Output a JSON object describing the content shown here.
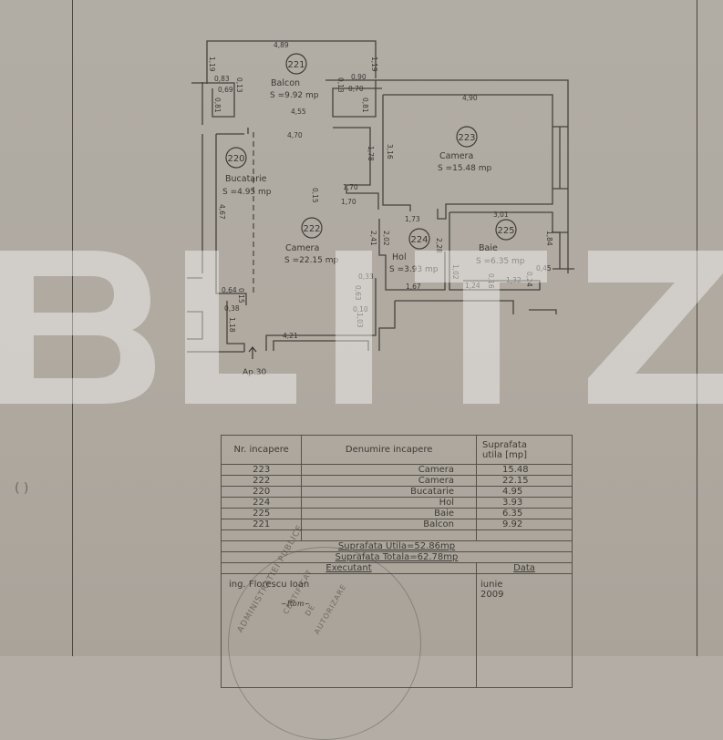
{
  "document": {
    "type": "floor-plan",
    "apartment_label": "Ap.30"
  },
  "rooms": [
    {
      "id": "221",
      "name": "Balcon",
      "area": "S =9.92 mp"
    },
    {
      "id": "223",
      "name": "Camera",
      "area": "S =15.48 mp"
    },
    {
      "id": "220",
      "name": "Bucatarie",
      "area": "S =4.95 mp"
    },
    {
      "id": "222",
      "name": "Camera",
      "area": "S =22.15 mp"
    },
    {
      "id": "224",
      "name": "Hol",
      "area": "S =3.93 mp"
    },
    {
      "id": "225",
      "name": "Baie",
      "area": "S =6.35 mp"
    }
  ],
  "dimensions": {
    "balcon_top": "4,89",
    "balcon_left_h": "1,19",
    "balcon_right_h": "1,19",
    "balcon_left_a": "0,83",
    "balcon_left_b": "0,69",
    "balcon_left_c": "0,13",
    "balcon_left_d": "0,81",
    "balcon_right_a": "0,90",
    "balcon_right_b": "0,70",
    "balcon_right_c": "0,13",
    "balcon_right_d": "0,81",
    "balcon_bottom": "4,55",
    "camera222_top": "4,70",
    "camera222_wall": "1,78",
    "camera223_top": "4,90",
    "camera223_left": "3,16",
    "partition_top": "1,70",
    "partition_bottom": "1,70",
    "partition_h": "0,15",
    "bucatarie_h": "4,67",
    "hol_top": "1,73",
    "hol_left_a": "2,41",
    "hol_left_b": "2,02",
    "hol_right": "2,28",
    "hol_bottom": "1,67",
    "baie_top": "3,01",
    "baie_right": "1,84",
    "baie_a": "1,02",
    "baie_b": "1,24",
    "baie_c": "0,16",
    "baie_d": "1,32",
    "baie_e": "0,24",
    "baie_f": "0,45",
    "entry_a": "0,33",
    "entry_b": "0,63",
    "entry_c": "0,10",
    "entry_d": "1,03",
    "entry_bottom": "4,21",
    "kitchen_a": "0,64",
    "kitchen_b": "0,15",
    "kitchen_c": "0,38",
    "kitchen_d": "1,18"
  },
  "table": {
    "headers": {
      "nr": "Nr. incapere",
      "name": "Denumire incapere",
      "area_line1": "Suprafata",
      "area_line2": "utila [mp]"
    },
    "rows": [
      {
        "nr": "223",
        "name": "Camera",
        "area": "15.48"
      },
      {
        "nr": "222",
        "name": "Camera",
        "area": "22.15"
      },
      {
        "nr": "220",
        "name": "Bucatarie",
        "area": "4.95"
      },
      {
        "nr": "224",
        "name": "Hol",
        "area": "3.93"
      },
      {
        "nr": "225",
        "name": "Baie",
        "area": "6.35"
      },
      {
        "nr": "221",
        "name": "Balcon",
        "area": "9.92"
      }
    ],
    "suprafata_utila": "Suprafata Utila=52.86mp",
    "suprafata_totala": "Suprafata Totala=62.78mp",
    "executant_label": "Executant",
    "data_label": "Data",
    "executant_name": "ing. Florescu Ioan",
    "date_month": "iunie",
    "date_year": "2009"
  },
  "stamp": {
    "outer_text": "ADMINISTRATIEI PUBLICE",
    "inner_line1": "CERTIFICAT",
    "inner_line2": "DE",
    "inner_line3": "AUTORIZARE"
  },
  "watermark": {
    "text": "BLITZ",
    "color": "#ffffff"
  },
  "colors": {
    "paper": "#b1aca4",
    "ink": "#3a3732"
  }
}
